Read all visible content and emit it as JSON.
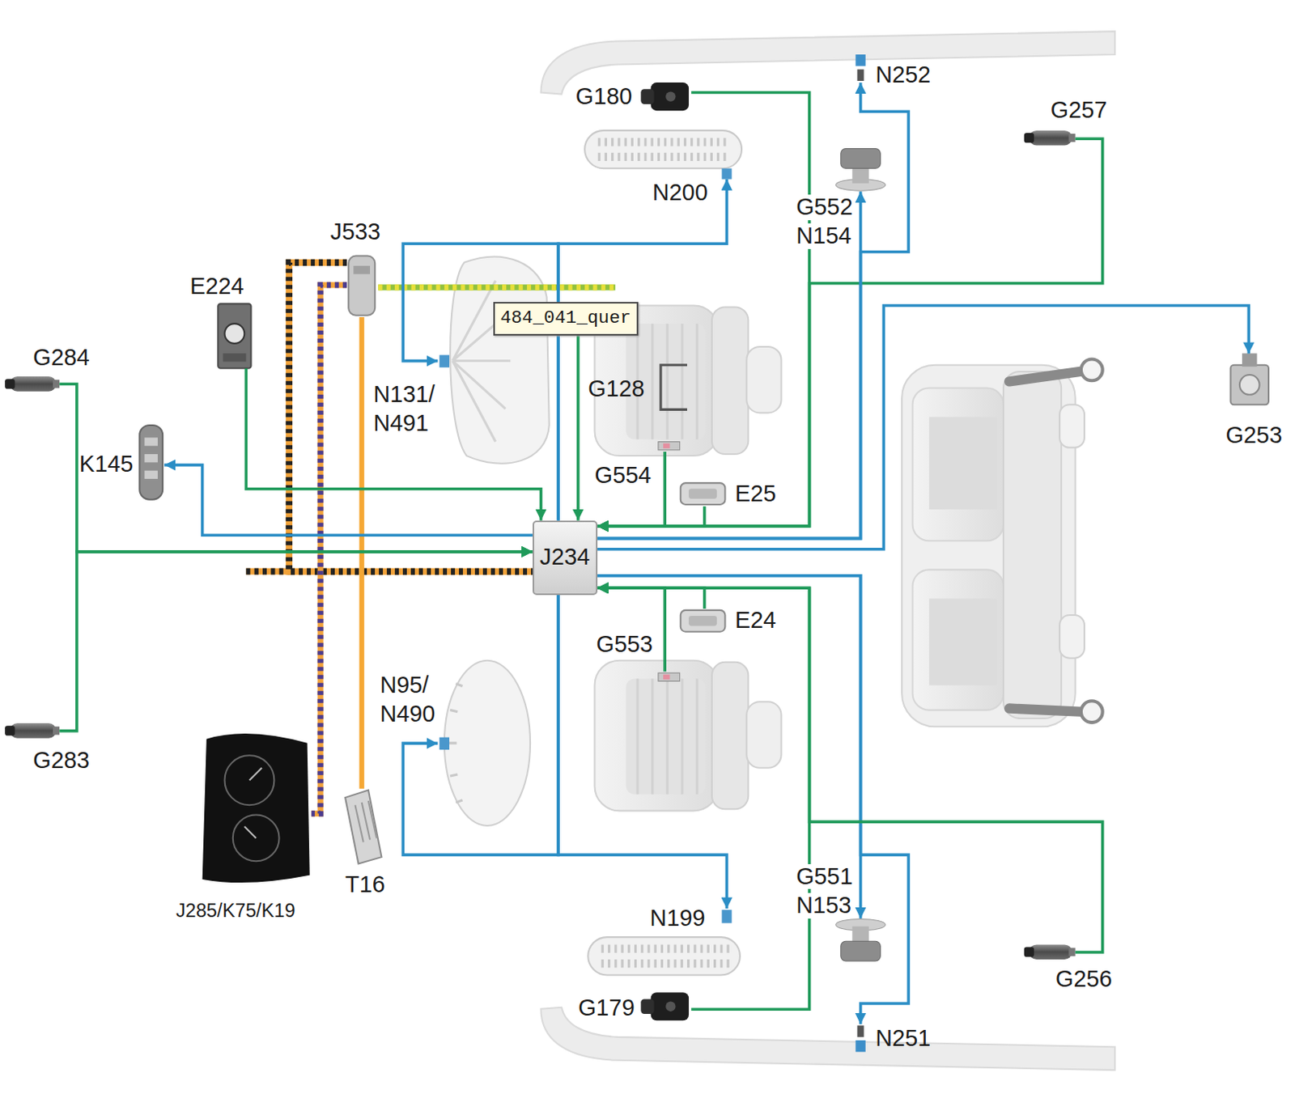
{
  "diagram": {
    "nodes": [
      {
        "text": [
          "N252"
        ]
      },
      {
        "text": [
          "G180"
        ]
      },
      {
        "text": [
          "G257"
        ]
      },
      {
        "text": [
          "N200"
        ]
      },
      {
        "text": [
          "G552",
          "N154"
        ]
      },
      {
        "text": [
          "J533"
        ]
      },
      {
        "text": [
          "E224"
        ]
      },
      {
        "text": [
          "484_041_quer"
        ]
      },
      {
        "text": [
          "G284"
        ]
      },
      {
        "text": [
          "N131/ N491"
        ]
      },
      {
        "text": [
          "G128"
        ]
      },
      {
        "text": [
          "G253"
        ]
      },
      {
        "text": [
          "K145"
        ]
      },
      {
        "text": [
          "G554"
        ]
      },
      {
        "text": [
          "E25"
        ]
      },
      {
        "text": [
          "J234"
        ]
      },
      {
        "text": [
          "E24"
        ]
      },
      {
        "text": [
          "G553"
        ]
      },
      {
        "text": [
          "N95/ N490"
        ]
      },
      {
        "text": [
          "G283"
        ]
      },
      {
        "text": [
          "J285/K75/K19"
        ]
      },
      {
        "text": [
          "T16"
        ]
      },
      {
        "text": [
          "G551",
          "N153"
        ]
      },
      {
        "text": [
          "N199"
        ]
      },
      {
        "text": [
          "G256"
        ]
      },
      {
        "text": [
          "G179"
        ]
      },
      {
        "text": [
          "N251"
        ]
      }
    ],
    "edges": [
      {
        "from": 1,
        "to": 15,
        "arrow": "to"
      },
      {
        "from": 2,
        "to": 15,
        "arrow": "to"
      },
      {
        "from": 15,
        "to": 3,
        "arrow": "to"
      },
      {
        "from": 15,
        "to": 4,
        "arrow": "to"
      },
      {
        "from": 15,
        "to": 0,
        "arrow": "to"
      },
      {
        "from": 5,
        "to": 15,
        "arrow": "none"
      },
      {
        "from": 5,
        "to": 20,
        "arrow": "none"
      },
      {
        "from": 5,
        "to": 21,
        "arrow": "none"
      },
      {
        "from": 6,
        "to": 15,
        "arrow": "to"
      },
      {
        "from": 8,
        "to": 15,
        "arrow": "to"
      },
      {
        "from": 19,
        "to": 15,
        "arrow": "to"
      },
      {
        "from": 15,
        "to": 9,
        "arrow": "to"
      },
      {
        "from": 10,
        "to": 15,
        "arrow": "to"
      },
      {
        "from": 15,
        "to": 11,
        "arrow": "to"
      },
      {
        "from": 15,
        "to": 12,
        "arrow": "to"
      },
      {
        "from": 13,
        "to": 15,
        "arrow": "to"
      },
      {
        "from": 14,
        "to": 15,
        "arrow": "to"
      },
      {
        "from": 16,
        "to": 15,
        "arrow": "to"
      },
      {
        "from": 17,
        "to": 15,
        "arrow": "to"
      },
      {
        "from": 15,
        "to": 18,
        "arrow": "to"
      },
      {
        "from": 15,
        "to": 22,
        "arrow": "to"
      },
      {
        "from": 15,
        "to": 26,
        "arrow": "to"
      },
      {
        "from": 15,
        "to": 23,
        "arrow": "to"
      },
      {
        "from": 24,
        "to": 15,
        "arrow": "to"
      },
      {
        "from": 25,
        "to": 15,
        "arrow": "to"
      }
    ]
  }
}
